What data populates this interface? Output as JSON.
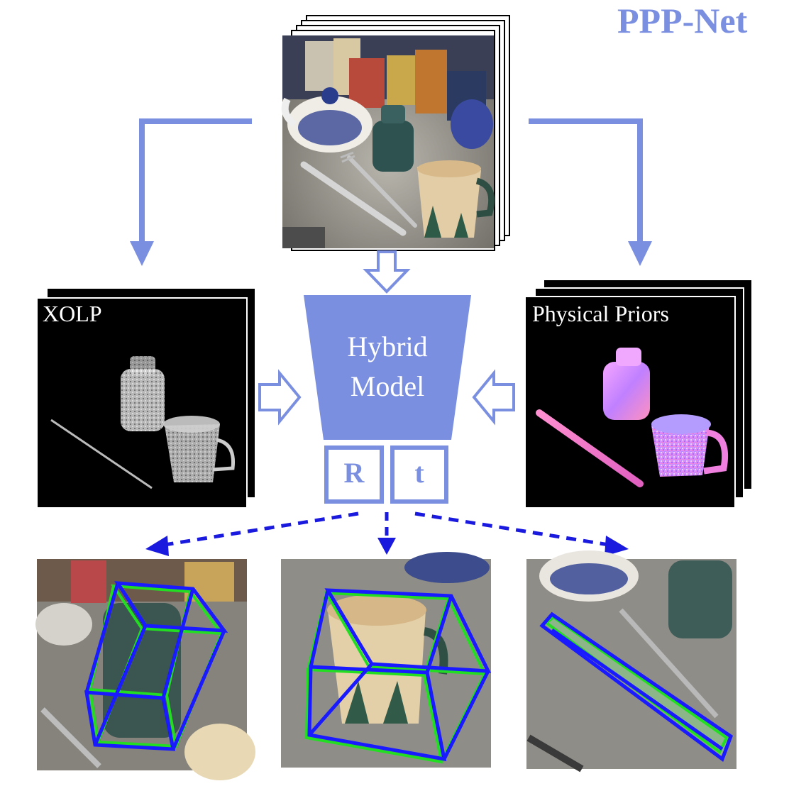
{
  "title": "PPP-Net",
  "left_panel": {
    "label": "XOLP"
  },
  "right_panel": {
    "label": "Physical Priors"
  },
  "model": {
    "line1": "Hybrid",
    "line2": "Model"
  },
  "outputs": {
    "rotation": "R",
    "translation": "t"
  },
  "colors": {
    "accent": "#7b8fe0",
    "bbox_pred": "#1a1aff",
    "bbox_gt": "#22dd22",
    "dashed_arrow": "#1a1adf"
  }
}
